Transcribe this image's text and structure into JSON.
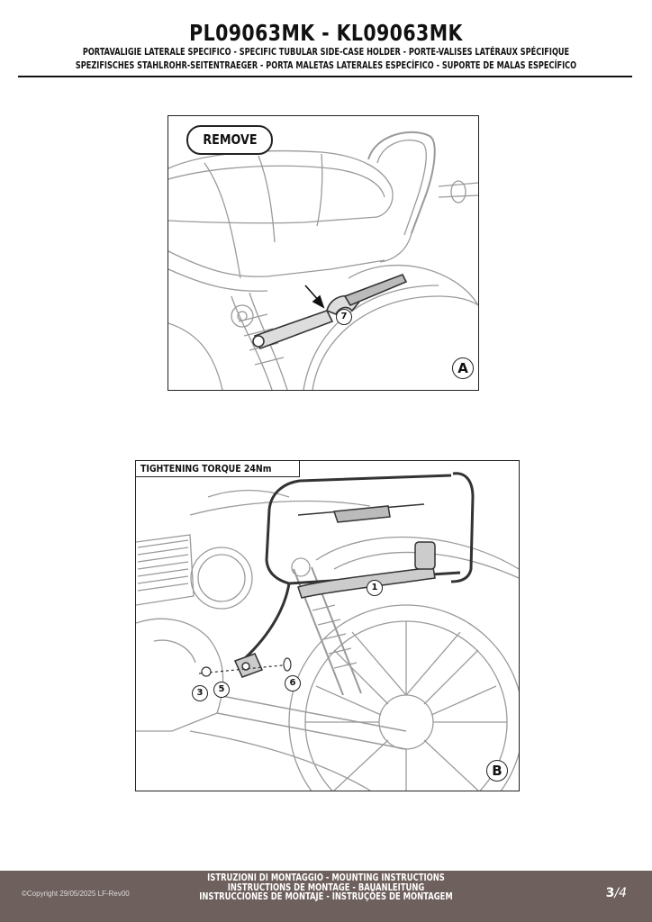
{
  "header": {
    "title": "PL09063MK - KL09063MK",
    "subtitle_line1": "PORTAVALIGIE LATERALE SPECIFICO  -  SPECIFIC TUBULAR SIDE-CASE HOLDER  - PORTE-VALISES LATÉRAUX SPÉCIFIQUE",
    "subtitle_line2": "SPEZIFISCHES STAHLROHR-SEITENTRAEGER - PORTA MALETAS LATERALES ESPECÍFICO - SUPORTE DE MALAS ESPECÍFICO"
  },
  "figure_a": {
    "badge": "REMOVE",
    "part_number": "7",
    "letter": "A"
  },
  "figure_b": {
    "torque_label": "TIGHTENING TORQUE 24Nm",
    "part_numbers": {
      "p1": "1",
      "p3": "3",
      "p5": "5",
      "p6": "6"
    },
    "letter": "B"
  },
  "footer": {
    "line1": "ISTRUZIONI DI MONTAGGIO  -  MOUNTING INSTRUCTIONS",
    "line2": "INSTRUCTIONS DE MONTAGE - BAUANLEITUNG",
    "line3": "INSTRUCCIONES DE MONTAJE - INSTRUÇÕES DE MONTAGEM",
    "copyright": "©Copyright 29/05/2025 LF-Rev00",
    "page_current": "3",
    "page_total": "/4",
    "background_color": "#6e605c"
  }
}
